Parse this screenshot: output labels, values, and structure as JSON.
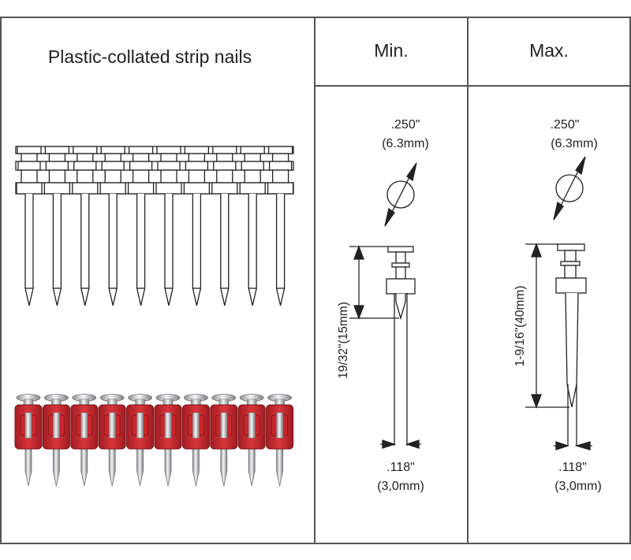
{
  "title": "Plastic-collated strip nails",
  "columns": {
    "min_label": "Min.",
    "max_label": "Max."
  },
  "min": {
    "head_dia_in": ".250\"",
    "head_dia_mm": "(6.3mm)",
    "length_label": "19/32\"(15mm)",
    "shank_dia_in": ".118\"",
    "shank_dia_mm": "(3,0mm)"
  },
  "max": {
    "head_dia_in": ".250\"",
    "head_dia_mm": "(6.3mm)",
    "length_label": "1-9/16\"(40mm)",
    "shank_dia_in": ".118\"",
    "shank_dia_mm": "(3,0mm)"
  },
  "colors": {
    "collar_red": "#c8272b",
    "line": "#222222",
    "border": "#555555"
  },
  "strip": {
    "nail_count": 10
  }
}
